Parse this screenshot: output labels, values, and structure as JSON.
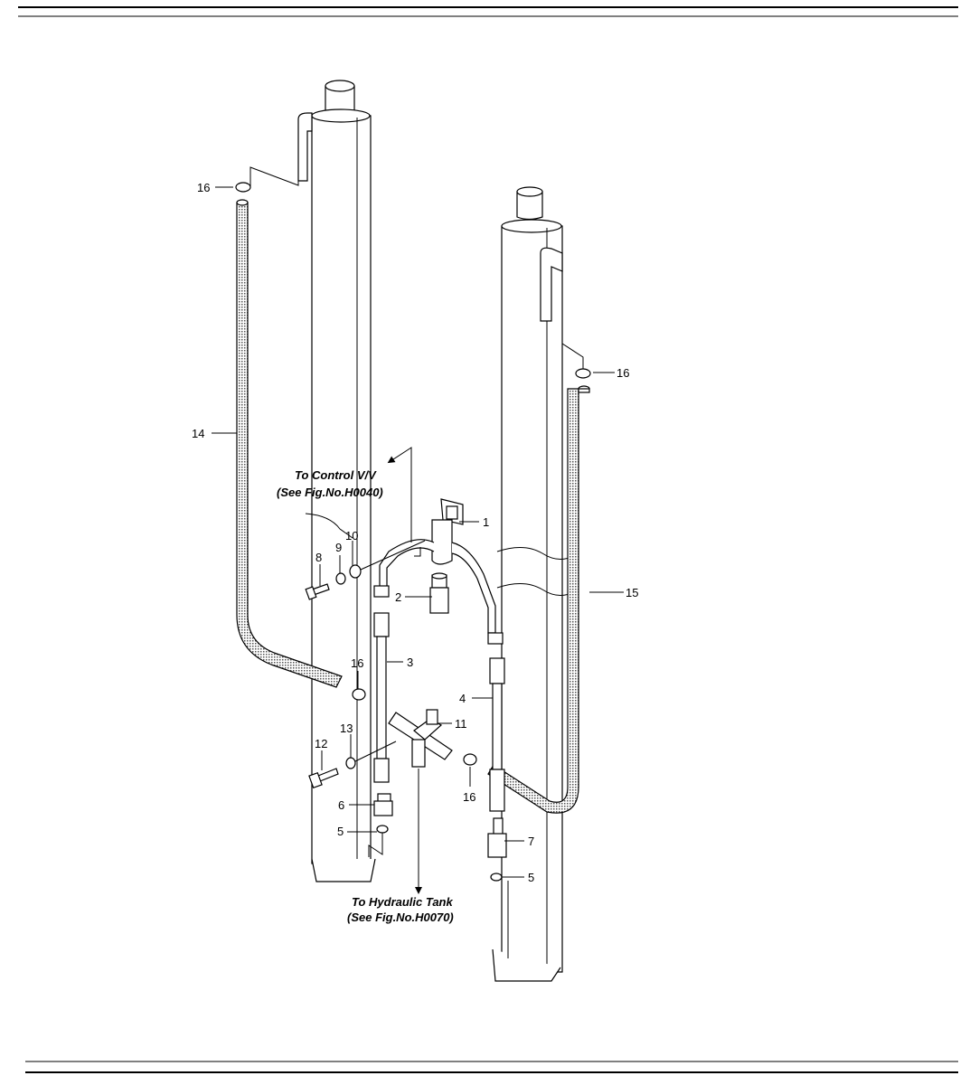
{
  "callouts": {
    "c1": "1",
    "c2": "2",
    "c3": "3",
    "c4": "4",
    "c5a": "5",
    "c5b": "5",
    "c6": "6",
    "c7": "7",
    "c8": "8",
    "c9": "9",
    "c10": "10",
    "c11": "11",
    "c12": "12",
    "c13": "13",
    "c14": "14",
    "c15": "15",
    "c16a": "16",
    "c16b": "16",
    "c16c": "16",
    "c16d": "16"
  },
  "notes": {
    "control_line1": "To Control V/V",
    "control_line2": "(See Fig.No.H0040)",
    "tank_line1": "To Hydraulic Tank",
    "tank_line2": "(See Fig.No.H0070)"
  },
  "colors": {
    "line": "#000000",
    "background": "#ffffff",
    "hose_fill": "#8a8a8a"
  }
}
